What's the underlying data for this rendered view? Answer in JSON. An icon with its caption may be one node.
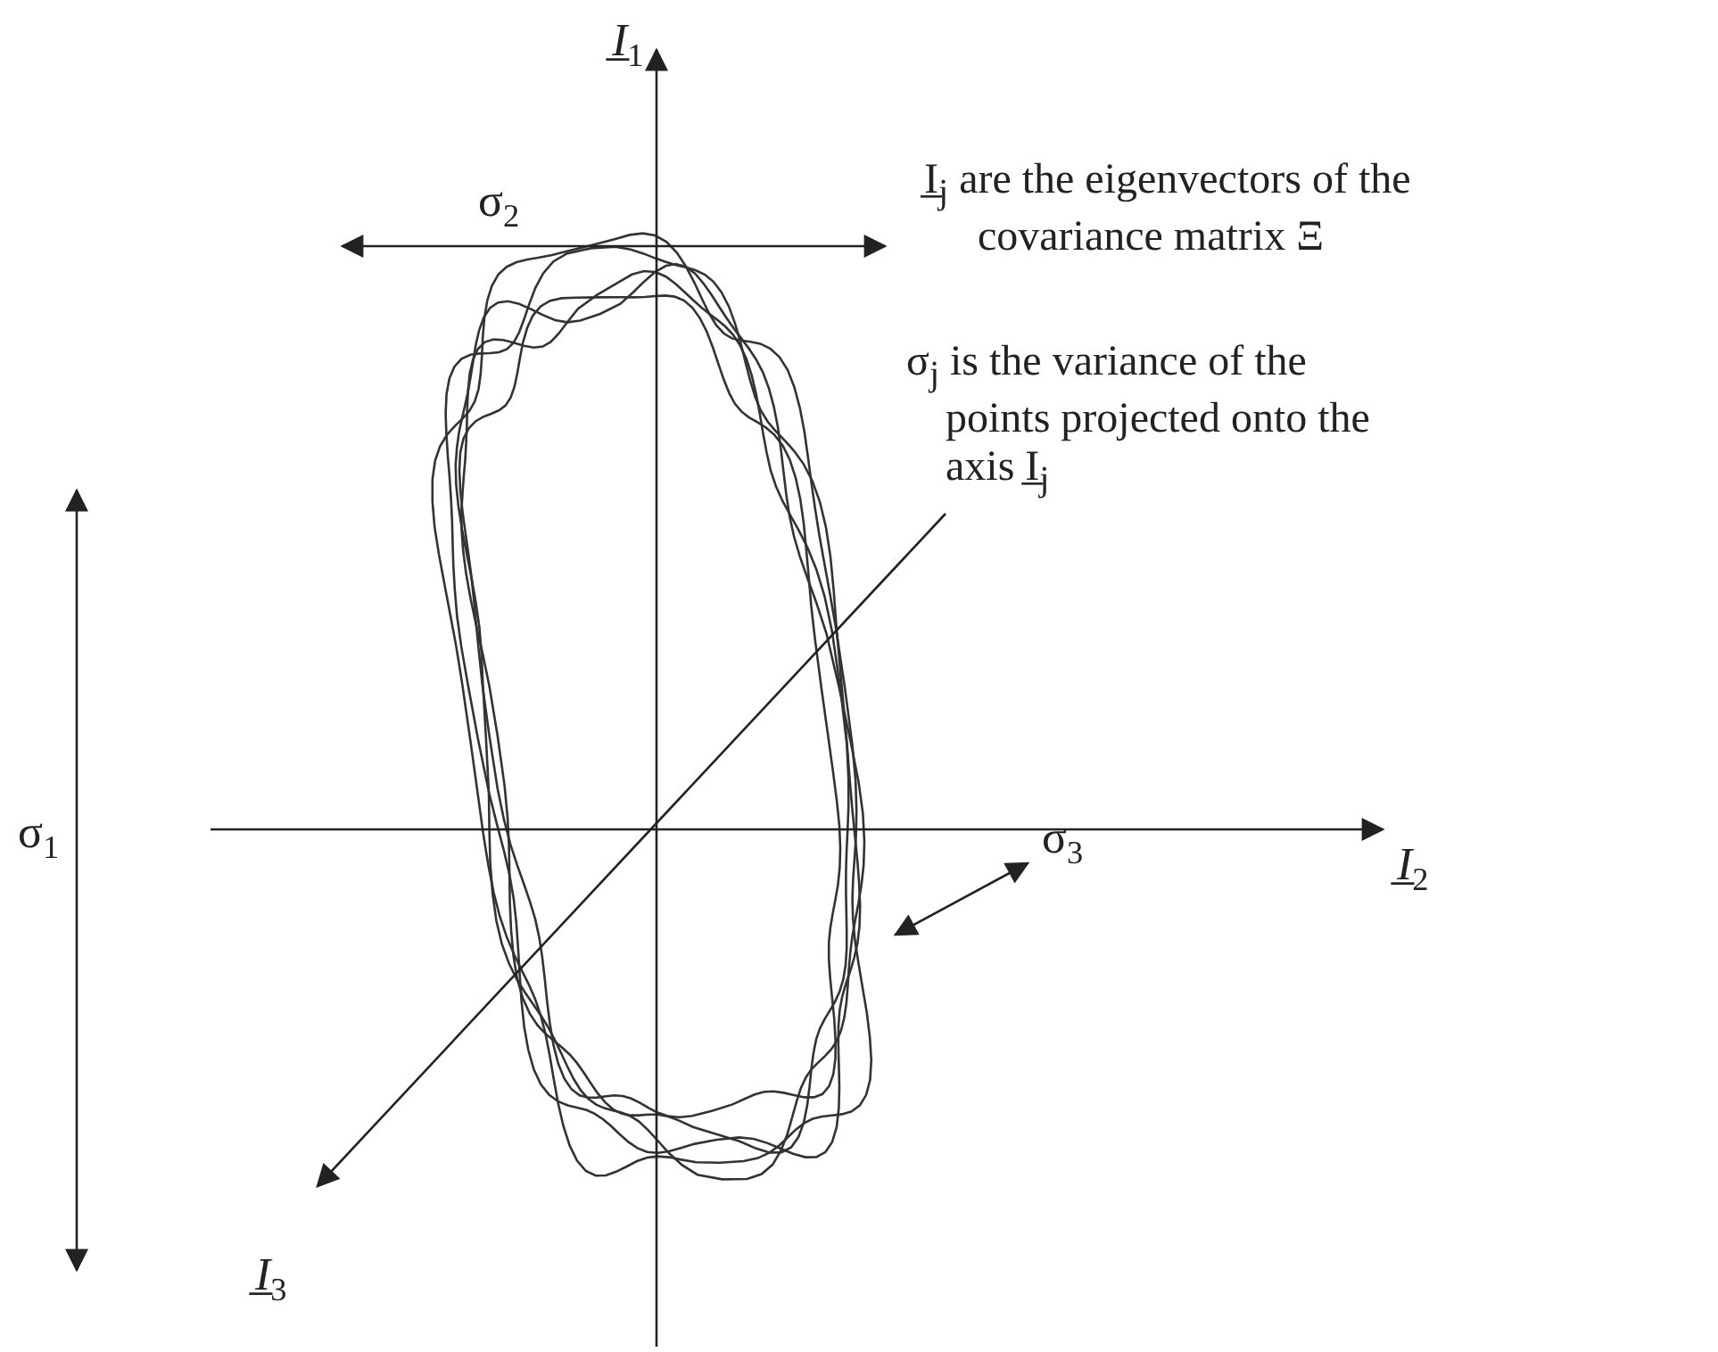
{
  "diagram": {
    "labels": [
      "I̲$_{1}$",
      "I̲$_{j}$ are the eigenvectors of the covariance matrix Ξ",
      "σ$_{2}$",
      "σ$_{j}$ is the variance of the points projected onto the axis I̲$_{j}$",
      "σ$_{1}$",
      "σ$_{3}$",
      "I̲$_{2}$",
      "I̲$_{3}$"
    ]
  }
}
